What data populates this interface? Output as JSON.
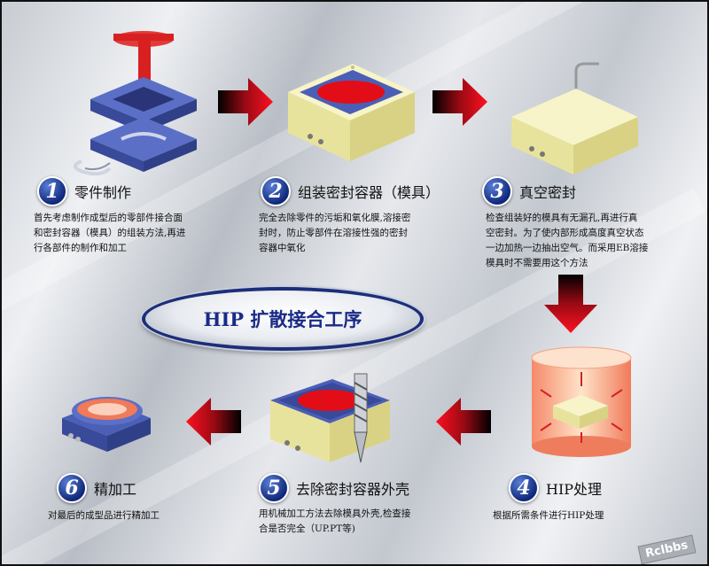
{
  "banner": "HIP 扩散接合工序",
  "steps": [
    {
      "num": "1",
      "title": "零件制作",
      "desc": [
        "首先考虑制作成型后的零部件接合面",
        "和密封容器（模具）的组装方法,再进",
        "行各部件的制作和加工"
      ]
    },
    {
      "num": "2",
      "title": "组装密封容器（模具）",
      "desc": [
        "完全去除零件的污垢和氧化膜,溶接密",
        "封时，防止零部件在溶接性强的密封",
        "容器中氧化"
      ]
    },
    {
      "num": "3",
      "title": "真空密封",
      "desc": [
        "检查组装好的模具有无漏孔,再进行真",
        "空密封。为了使内部形成高度真空状态",
        "一边加热一边抽出空气。而采用EB溶接",
        "模具时不需要用这个方法"
      ]
    },
    {
      "num": "4",
      "title": "HIP处理",
      "desc": [
        "根据所需条件进行HIP处理"
      ]
    },
    {
      "num": "5",
      "title": "去除密封容器外壳",
      "desc": [
        "用机械加工方法去除模具外壳,检查接",
        "合是否完全（UP.PT等)"
      ]
    },
    {
      "num": "6",
      "title": "精加工",
      "desc": [
        "对最后的成型品进行精加工"
      ]
    }
  ],
  "watermark": "Rclbbs",
  "colors": {
    "accent_red": "#e3001b",
    "badge_blue": "#1a3699",
    "block_yellow": "#f2efb4",
    "mold_blue": "#4b5fb7"
  }
}
